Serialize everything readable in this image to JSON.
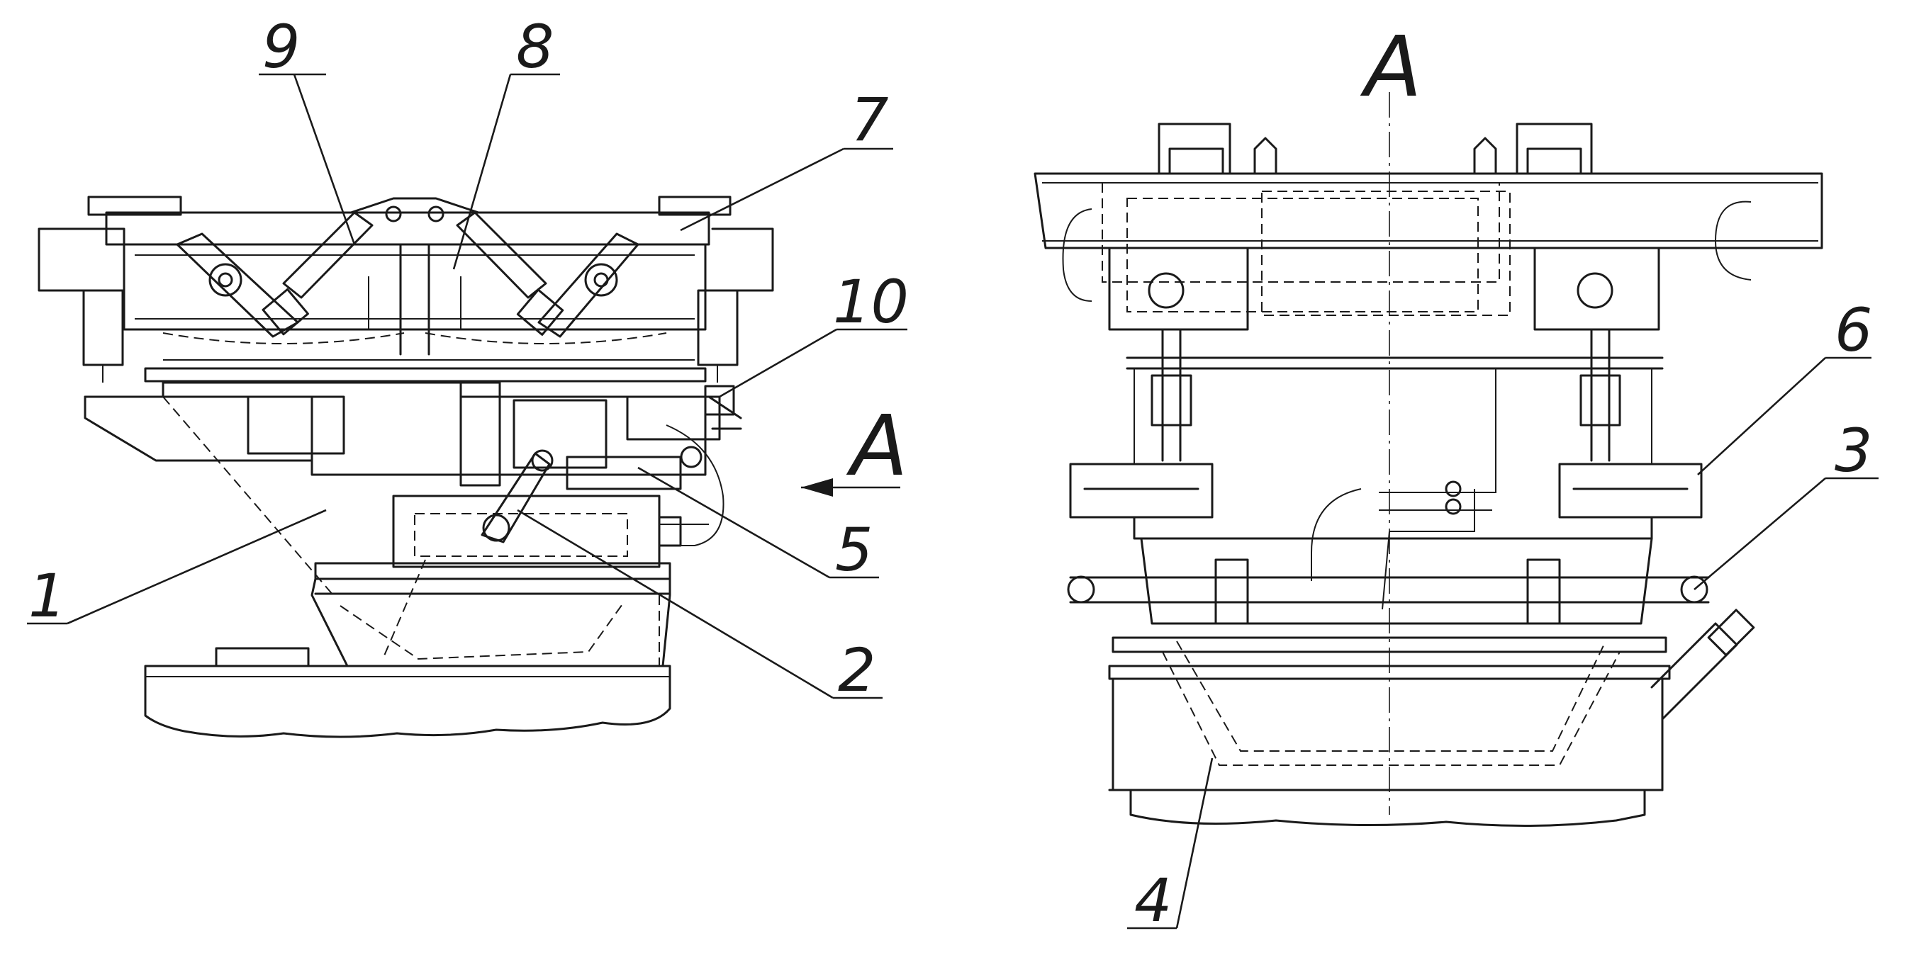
{
  "callouts": {
    "c1": "1",
    "c2": "2",
    "c3": "3",
    "c4": "4",
    "c5": "5",
    "c6": "6",
    "c7": "7",
    "c8": "8",
    "c9": "9",
    "c10": "10"
  },
  "view": {
    "arrow_label": "A",
    "view_title": "A"
  },
  "colors": {
    "ink": "#1a1a1a",
    "paper": "#ffffff"
  }
}
